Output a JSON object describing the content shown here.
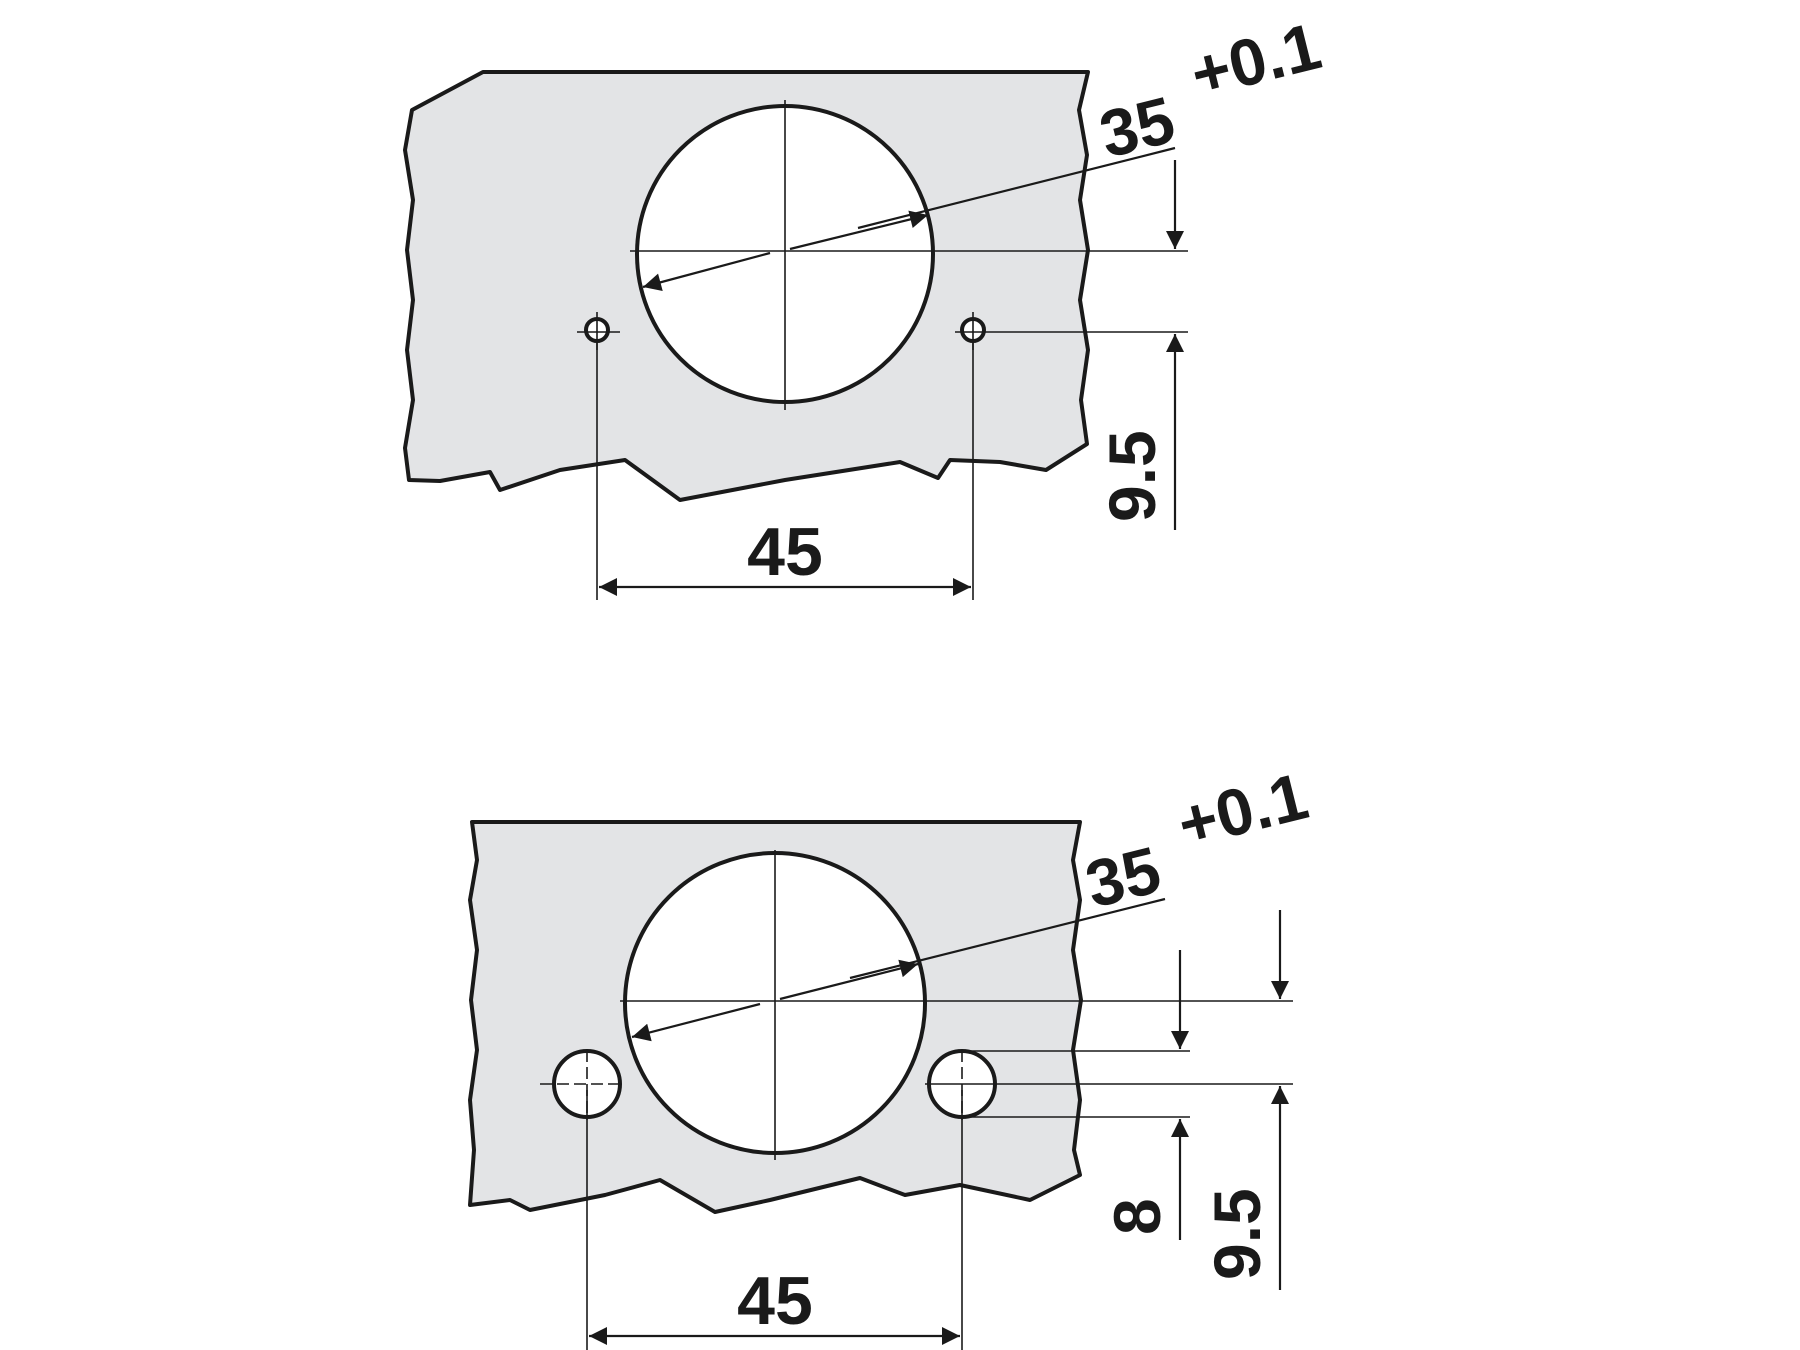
{
  "top_drawing": {
    "diameter_label": "35",
    "tolerance_label": "+0.1",
    "spacing_label": "45",
    "offset_label": "9.5"
  },
  "bottom_drawing": {
    "diameter_label": "35",
    "tolerance_label": "+0.1",
    "spacing_label": "45",
    "offset_label_inner": "8",
    "offset_label_outer": "9.5"
  }
}
